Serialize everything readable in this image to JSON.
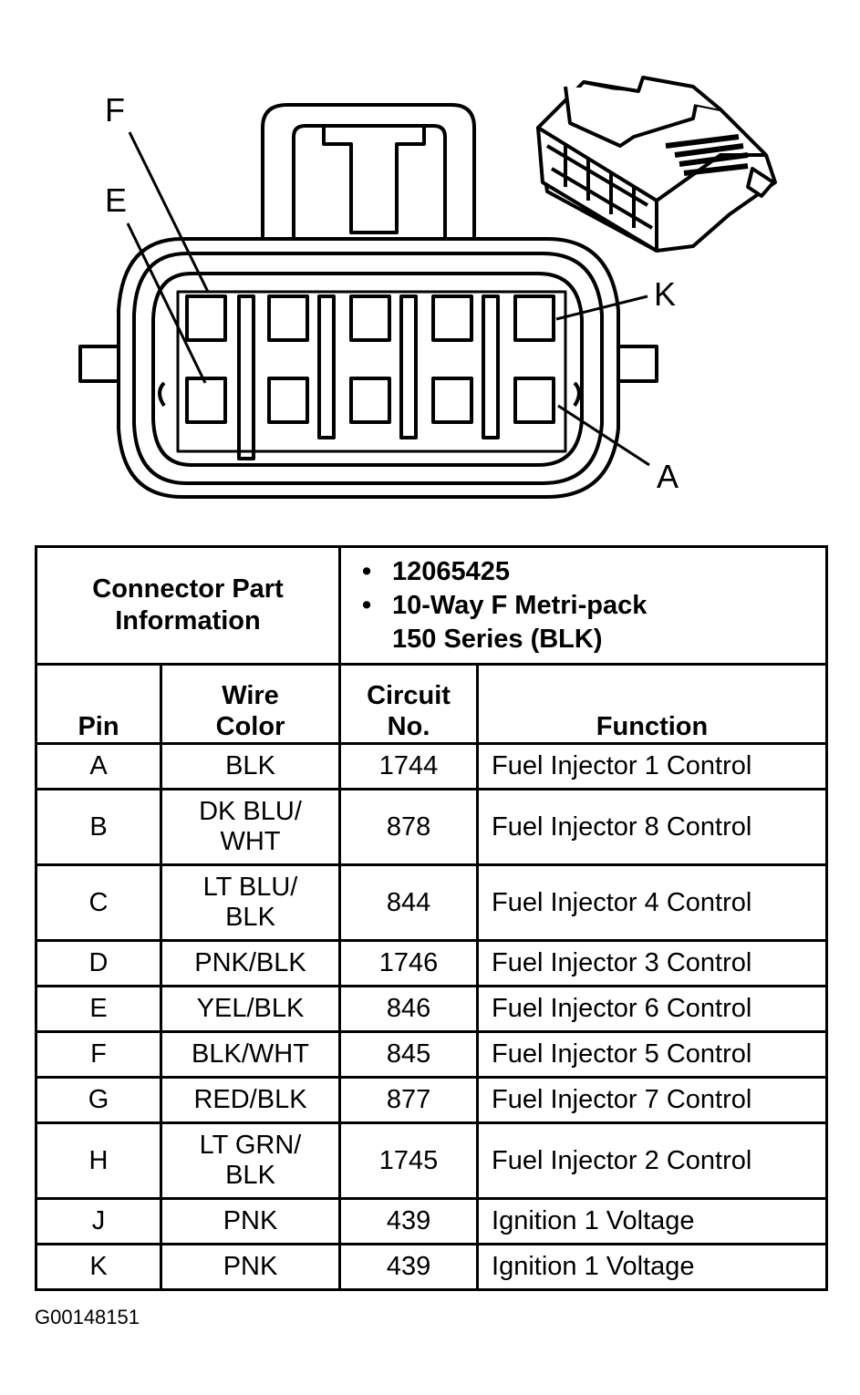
{
  "pin_labels": {
    "f": "F",
    "e": "E",
    "k": "K",
    "a": "A"
  },
  "connector_info": {
    "title_line1": "Connector Part",
    "title_line2": "Information",
    "bullet": "•",
    "part_number": "12065425",
    "description_line1": "10-Way F Metri-pack",
    "description_line2": "150 Series (BLK)"
  },
  "table": {
    "headers": {
      "pin": "Pin",
      "wire_color_1": "Wire",
      "wire_color_2": "Color",
      "circuit_1": "Circuit",
      "circuit_2": "No.",
      "function": "Function"
    },
    "rows": [
      {
        "pin": "A",
        "color1": "BLK",
        "color2": "",
        "circuit": "1744",
        "function": "Fuel Injector 1 Control"
      },
      {
        "pin": "B",
        "color1": "DK BLU/",
        "color2": "WHT",
        "circuit": "878",
        "function": "Fuel Injector 8 Control"
      },
      {
        "pin": "C",
        "color1": "LT BLU/",
        "color2": "BLK",
        "circuit": "844",
        "function": "Fuel Injector 4 Control"
      },
      {
        "pin": "D",
        "color1": "PNK/BLK",
        "color2": "",
        "circuit": "1746",
        "function": "Fuel Injector 3 Control"
      },
      {
        "pin": "E",
        "color1": "YEL/BLK",
        "color2": "",
        "circuit": "846",
        "function": "Fuel Injector 6 Control"
      },
      {
        "pin": "F",
        "color1": "BLK/WHT",
        "color2": "",
        "circuit": "845",
        "function": "Fuel Injector 5 Control"
      },
      {
        "pin": "G",
        "color1": "RED/BLK",
        "color2": "",
        "circuit": "877",
        "function": "Fuel Injector 7 Control"
      },
      {
        "pin": "H",
        "color1": "LT GRN/",
        "color2": "BLK",
        "circuit": "1745",
        "function": "Fuel Injector 2 Control"
      },
      {
        "pin": "J",
        "color1": "PNK",
        "color2": "",
        "circuit": "439",
        "function": "Ignition 1 Voltage"
      },
      {
        "pin": "K",
        "color1": "PNK",
        "color2": "",
        "circuit": "439",
        "function": "Ignition 1 Voltage"
      }
    ]
  },
  "figure_id": "G00148151"
}
